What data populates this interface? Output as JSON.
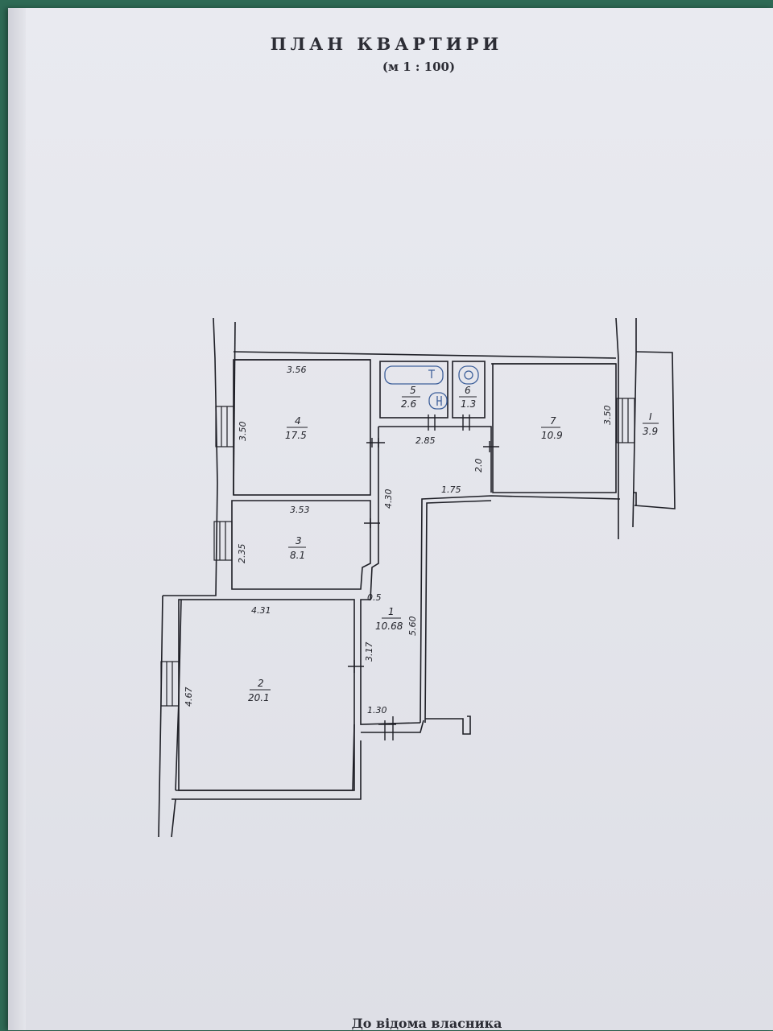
{
  "plan": {
    "title": "ПЛАН КВАРТИРИ",
    "scale": "(м 1 : 100)",
    "footer": "До відома власника"
  },
  "rooms": [
    {
      "number": "1",
      "area": "10.68"
    },
    {
      "number": "2",
      "area": "20.1"
    },
    {
      "number": "3",
      "area": "8.1"
    },
    {
      "number": "4",
      "area": "17.5"
    },
    {
      "number": "5",
      "area": "2.6"
    },
    {
      "number": "6",
      "area": "1.3"
    },
    {
      "number": "7",
      "area": "10.9"
    },
    {
      "number": "I",
      "area": "3.9"
    }
  ],
  "dimensions": {
    "room4_width": "3.56",
    "room4_depth": "3.50",
    "room3_width": "3.53",
    "room3_depth": "2.35",
    "room2_width": "4.31",
    "room2_depth": "4.67",
    "room2_door_side": "3.17",
    "corridor_width_top": "2.85",
    "corridor_height": "4.30",
    "corridor_step": "2.0",
    "corridor_width_mid": "1.75",
    "corridor_length": "5.60",
    "corridor_offset": "0.5",
    "entrance_width": "1.30",
    "room7_depth": "3.50"
  },
  "colors": {
    "line": "#1e1f26",
    "paper": "#e6e7ed",
    "backdrop": "#2e6a55",
    "fixture": "#3d5f9a"
  }
}
